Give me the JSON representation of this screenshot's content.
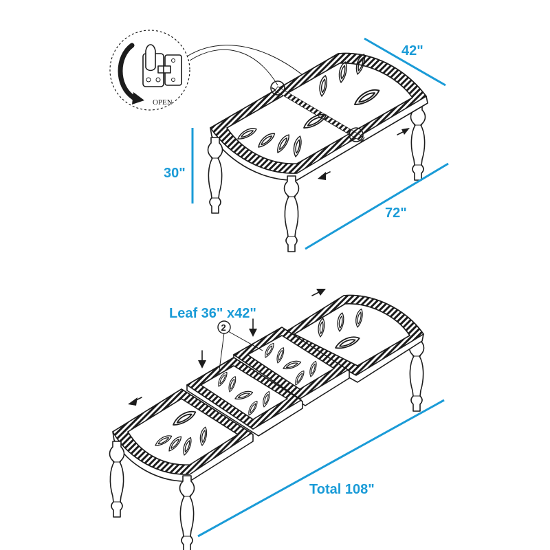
{
  "latch_detail": {
    "open_label": "OPEN",
    "icon": "latch-icon"
  },
  "dimensions": {
    "depth": "42\"",
    "height": "30\"",
    "length": "72\"",
    "leaf": "Leaf 36\" x42\"",
    "total": "Total 108\""
  },
  "leaf_count_badge": "2",
  "colors": {
    "dimension": "#1a9bd7",
    "ink": "#1c1c1c"
  }
}
